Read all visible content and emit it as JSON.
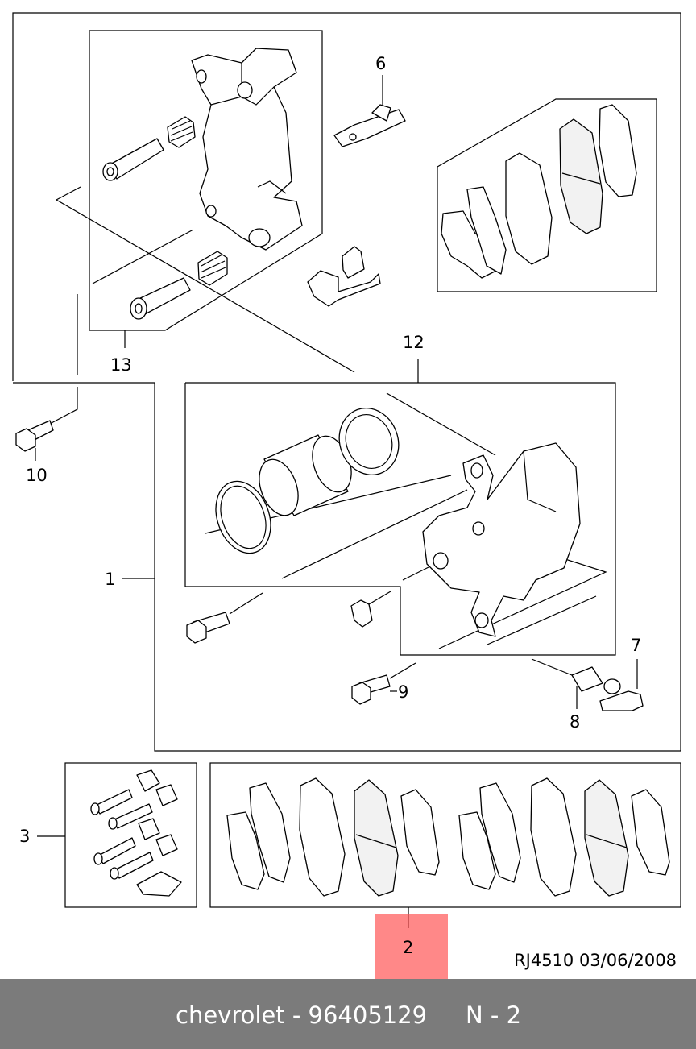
{
  "callouts": {
    "c1": "1",
    "c2": "2",
    "c3": "3",
    "c6": "6",
    "c7": "7",
    "c8": "8",
    "c9": "9",
    "c10": "10",
    "c12": "12",
    "c13": "13"
  },
  "reference": "RJ4510  03/06/2008",
  "footer": {
    "title": "chevrolet - 96405129",
    "code": "N - 2",
    "color": "#7b7b7b"
  },
  "highlight": {
    "callout": "2",
    "color": "#ff5050"
  },
  "icons": [
    "caliper-bracket",
    "guide-pin",
    "pin-boot",
    "wear-sensor",
    "brake-pad",
    "anti-rattle-clip",
    "piston",
    "piston-seal",
    "dust-boot",
    "caliper-housing",
    "bolt",
    "bleeder-screw",
    "bleeder-cap",
    "guide-pin-kit",
    "brake-pad-set"
  ]
}
